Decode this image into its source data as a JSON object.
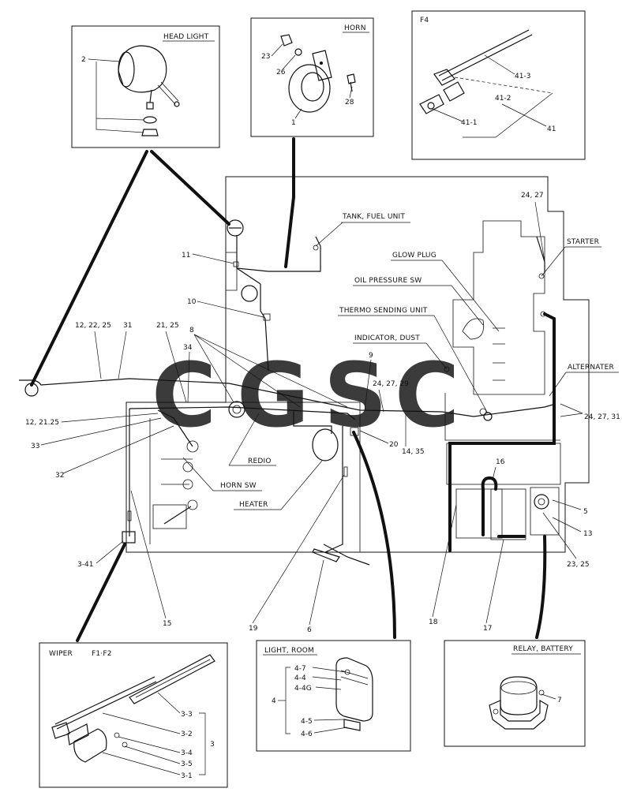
{
  "panels": {
    "head_light": "HEAD LIGHT",
    "horn": "HORN",
    "f4": "F4",
    "wiper": "WIPER",
    "wiper_sub": "F1·F2",
    "light_room": "LIGHT, ROOM",
    "relay_battery": "RELAY, BATTERY"
  },
  "labels": {
    "tank_fuel_unit": "TANK, FUEL UNIT",
    "glow_plug": "GLOW PLUG",
    "oil_pressure_sw": "OIL PRESSURE SW",
    "thermo_sending_unit": "THERMO SENDING UNIT",
    "indicator_dust": "INDICATOR, DUST",
    "starter": "STARTER",
    "alternater": "ALTERNATER",
    "redio": "REDIO",
    "horn_sw": "HORN SW",
    "heater": "HEATER"
  },
  "callouts": {
    "c2": "2",
    "c23": "23",
    "c26": "26",
    "c28": "28",
    "c1": "1",
    "c41_3": "41-3",
    "c41_2": "41-2",
    "c41_1": "41-1",
    "c41": "41",
    "c24_27_top": "24, 27",
    "c11": "11",
    "c10": "10",
    "c12_22_25": "12, 22, 25",
    "c31": "31",
    "c21_25": "21, 25",
    "c8": "8",
    "c34": "34",
    "c9": "9",
    "c24_27_29": "24, 27, 29",
    "c12_21_25": "12, 21.25",
    "c33": "33",
    "c32": "32",
    "c20": "20",
    "c14_35": "14, 35",
    "c24_27_31": "24, 27, 31",
    "c16": "16",
    "c5": "5",
    "c13": "13",
    "c23_25": "23, 25",
    "c3_41": "3-41",
    "c15": "15",
    "c19": "19",
    "c6": "6",
    "c18": "18",
    "c17": "17",
    "c3_3": "3-3",
    "c3_2": "3-2",
    "c3_4": "3-4",
    "c3_5": "3-5",
    "c3_1": "3-1",
    "c3": "3",
    "c4_7": "4-7",
    "c4_4": "4-4",
    "c4_4g": "4-4G",
    "c4": "4",
    "c4_5": "4-5",
    "c4_6": "4-6",
    "c7": "7"
  },
  "watermark": {
    "letters": [
      "C",
      "G",
      "S",
      "C"
    ],
    "colors": [
      "#4a8fe8",
      "#ea4a40",
      "#f5c518",
      "#2daa6a"
    ]
  }
}
